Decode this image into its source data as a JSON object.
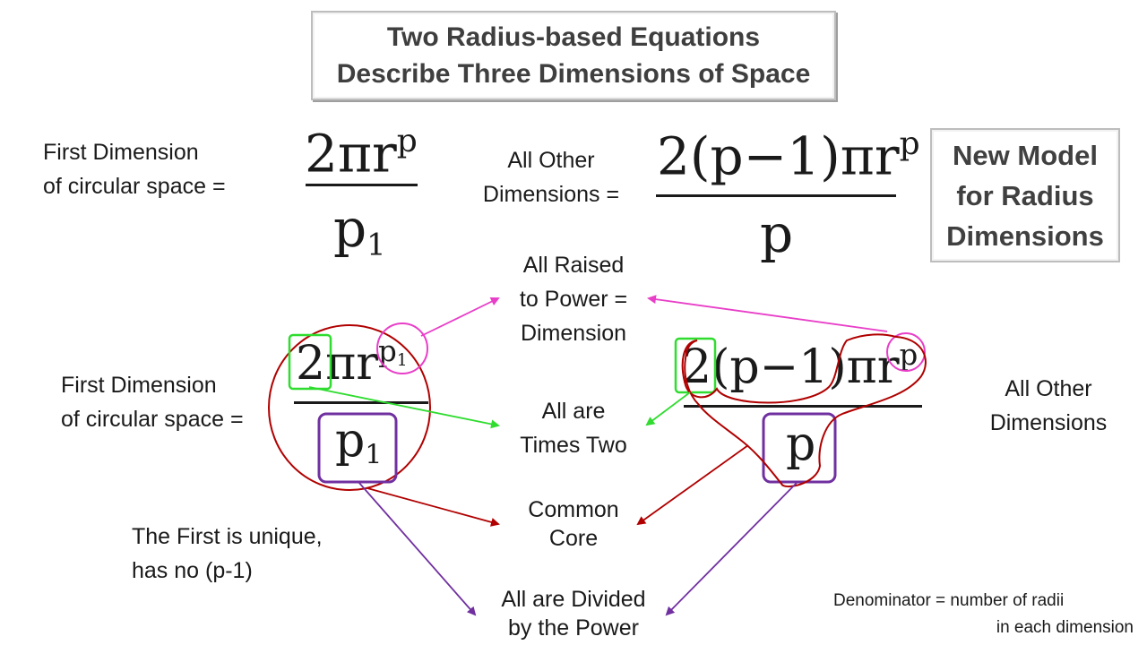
{
  "title": {
    "line1": "Two Radius-based Equations",
    "line2": "Describe Three Dimensions of Space"
  },
  "model_box": {
    "line1": "New Model",
    "line2": "for Radius",
    "line3": "Dimensions"
  },
  "top_left": {
    "label_line1": "First Dimension",
    "label_line2": "of circular space  =",
    "numerator": "2πr",
    "numerator_power": "p",
    "denominator": "p",
    "denominator_subscript": "1"
  },
  "top_right": {
    "label_line1": "All Other",
    "label_line2": "Dimensions =",
    "numerator": "2(p−1)πr",
    "numerator_power": "p",
    "denominator": "p"
  },
  "bottom_left": {
    "label_line1": "First Dimension",
    "label_line2": "of circular space  =",
    "coefficient": "2",
    "core": "πr",
    "power": "p",
    "power_subscript": "1",
    "denominator": "p",
    "denominator_subscript": "1"
  },
  "bottom_right": {
    "label_line1": "All Other",
    "label_line2": "Dimensions",
    "coefficient": "2",
    "factor": "(p−1)",
    "core": "πr",
    "power": "p",
    "denominator": "p"
  },
  "annotations": {
    "raised_line1": "All Raised",
    "raised_line2": "to Power =",
    "raised_line3": "Dimension",
    "times_two_line1": "All are",
    "times_two_line2": "Times Two",
    "core_line1": "Common",
    "core_line2": "Core",
    "divided_line1": "All are Divided",
    "divided_line2": "by the Power",
    "unique_line1": "The First is unique,",
    "unique_line2": "has no (p-1)",
    "denominator_line1": "Denominator = number of radii",
    "denominator_line2": "in each dimension"
  },
  "colors": {
    "pink": "#e83ec8",
    "green": "#2fdc2f",
    "dark_red": "#b00000",
    "purple": "#7030a0"
  }
}
